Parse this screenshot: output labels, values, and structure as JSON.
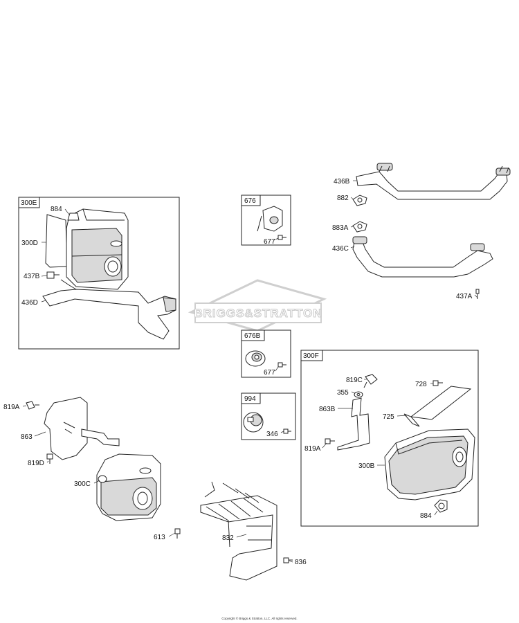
{
  "watermark": "BRIGGS&STRATTON",
  "copyright": "Copyright © Briggs & Stratton, LLC. All rights reserved.",
  "boxes": {
    "b300e": "300E",
    "b676": "676",
    "b676b": "676B",
    "b994": "994",
    "b300f": "300F"
  },
  "labels": {
    "l436b": "436B",
    "l882": "882",
    "l883a": "883A",
    "l436c": "436C",
    "l437a": "437A",
    "l884a": "884",
    "l300d": "300D",
    "l437b": "437B",
    "l436d": "436D",
    "l677a": "677",
    "l677b": "677",
    "l346": "346",
    "l819a1": "819A",
    "l863": "863",
    "l819d": "819D",
    "l300c": "300C",
    "l613": "613",
    "l832": "832",
    "l836": "836",
    "l819c": "819C",
    "l355": "355",
    "l728": "728",
    "l863b": "863B",
    "l725": "725",
    "l819a2": "819A",
    "l300b": "300B",
    "l884b": "884"
  }
}
